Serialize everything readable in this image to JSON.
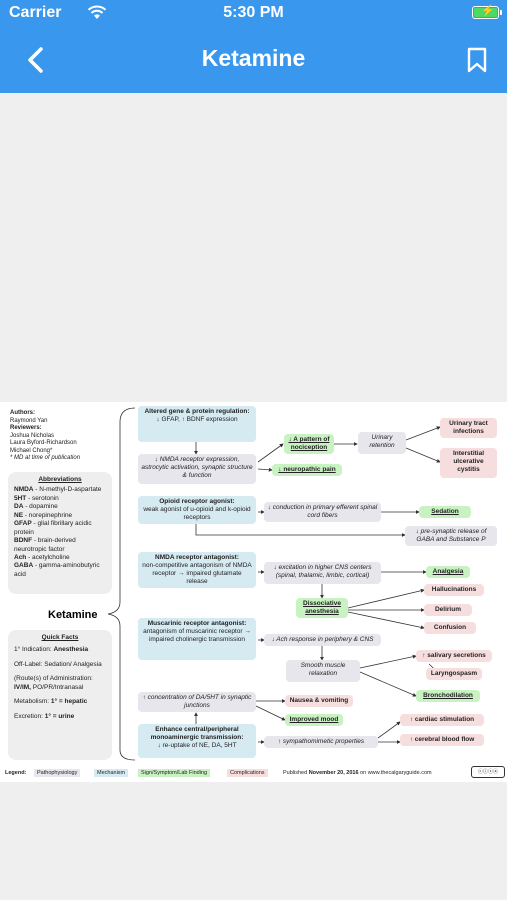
{
  "status_bar": {
    "carrier": "Carrier",
    "time": "5:30 PM"
  },
  "nav": {
    "title": "Ketamine"
  },
  "doc": {
    "authors_label": "Authors:",
    "author": "Raymond Yan",
    "reviewers_label": "Reviewers:",
    "reviewers": [
      "Joshua Nicholas",
      "Laura Byford-Richardson",
      "Michael Chong*"
    ],
    "reviewers_note": "* MD at time of publication",
    "abbrev_title": "Abbreviations",
    "abbreviations": [
      {
        "k": "NMDA",
        "v": " - N-methyl-D-aspartate"
      },
      {
        "k": "5HT",
        "v": " - serotonin"
      },
      {
        "k": "DA",
        "v": " - dopamine"
      },
      {
        "k": "NE",
        "v": " - norepinephrine"
      },
      {
        "k": "GFAP",
        "v": " - glial fibrillary acidic protein"
      },
      {
        "k": "BDNF",
        "v": " - brain-derived neurotropic factor"
      },
      {
        "k": "Ach",
        "v": " - acetylcholine"
      },
      {
        "k": "GABA",
        "v": " - gamma-aminobutyric acid"
      }
    ],
    "center_label": "Ketamine",
    "facts_title": "Quick Facts",
    "facts": {
      "indication_label": "1° Indication: ",
      "indication_value": "Anesthesia",
      "offlabel": "Off-Label: Sedation/ Analgesia",
      "route_label": "(Route(s) of Administration: ",
      "route_value": "IV/IM,",
      "route_rest": " PO/PR/Intranasal",
      "metabolism_label": "Metabolism: ",
      "metabolism_value": "1° = hepatic",
      "excretion_label": "Excretion: ",
      "excretion_value": "1° = urine"
    },
    "mechanisms": {
      "gene_title": "Altered gene & protein regulation:",
      "gene_body": "↓ GFAP, ↑ BDNF expression",
      "nmda_expr": "↓ NMDA receptor expression, astrocytic activation, synaptic structure & function",
      "opioid_title": "Opioid receptor agonist:",
      "opioid_body": "weak agonist of u-opioid and k-opioid receptors",
      "nmda_title": "NMDA receptor antagonist:",
      "nmda_body": "non-competitive antagonism of NMDA receptor → impaired glutamate release",
      "musc_title": "Muscarinic receptor antagonist:",
      "musc_body": "antagonism of muscarinic receptor → impaired cholinergic transmission",
      "da_conc": "↑ concentration of DA/5HT in synaptic junctions",
      "mono_title": "Enhance central/peripheral monoaminergic transmission:",
      "mono_body": "↓ re-uptake of NE, DA, 5HT"
    },
    "intermediates": {
      "nociception": "↓ A pattern of nociception",
      "neuropathic": "↓ neuropathic pain",
      "urinary_retention": "Urinary retention",
      "conduction": "↓ conduction in primary efferent spinal cord fibers",
      "presynaptic": "↓ pre-synaptic release of GABA and Substance P",
      "excitation": "↓ excitation in higher CNS centers (spinal, thalamic, limbic, cortical)",
      "dissociative": "Dissociative anesthesia",
      "ach_response": "↓ Ach response in periphery & CNS",
      "smooth_muscle": "Smooth muscle relaxation",
      "sympathomimetic": "↑ sympathomimetic properties"
    },
    "outcomes": {
      "uti": "Urinary tract infections",
      "cystitis": "Interstitial ulcerative cystitis",
      "sedation": "Sedation",
      "analgesia": "Analgesia",
      "hallucinations": "Hallucinations",
      "delirium": "Delirium",
      "confusion": "Confusion",
      "salivary": "↑ salivary secretions",
      "laryngospasm": "Laryngospasm",
      "bronchodilation": "Bronchodilation",
      "nausea": "Nausea & vomiting",
      "mood": "Improved mood",
      "cardiac": "↑ cardiac stimulation",
      "bloodflow": "↑ cerebral blood flow"
    },
    "legend": {
      "label": "Legend:",
      "items": [
        "Pathophysiology",
        "Mechanism",
        "Sign/Symptom/Lab Finding",
        "Complications"
      ],
      "published_prefix": "Published ",
      "published_date": "November 20, 2016",
      "published_suffix": " on www.thecalgaryguide.com"
    },
    "colors": {
      "mechanism": "#d6eaf2",
      "pathophysiology": "#e7e6ec",
      "sign": "#c9f2c2",
      "complication": "#f6dede"
    }
  }
}
